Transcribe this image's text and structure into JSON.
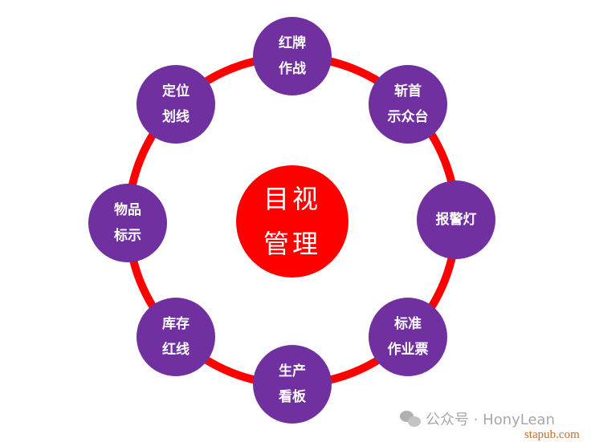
{
  "center": {
    "line1": "目视",
    "line2": "管理"
  },
  "nodes": [
    {
      "line1": "红牌",
      "line2": "作战"
    },
    {
      "line1": "斩首",
      "line2": "示众台"
    },
    {
      "line1": "报警灯",
      "line2": ""
    },
    {
      "line1": "标准",
      "line2": "作业票"
    },
    {
      "line1": "生产",
      "line2": "看板"
    },
    {
      "line1": "库存",
      "line2": "红线"
    },
    {
      "line1": "物品",
      "line2": "标示"
    },
    {
      "line1": "定位",
      "line2": "划线"
    }
  ],
  "watermark": {
    "text": "公众号 · HonyLean",
    "site": "stapub.com"
  },
  "colors": {
    "ring": "#FF0000",
    "node": "#7030A0",
    "center": "#FF0000"
  }
}
